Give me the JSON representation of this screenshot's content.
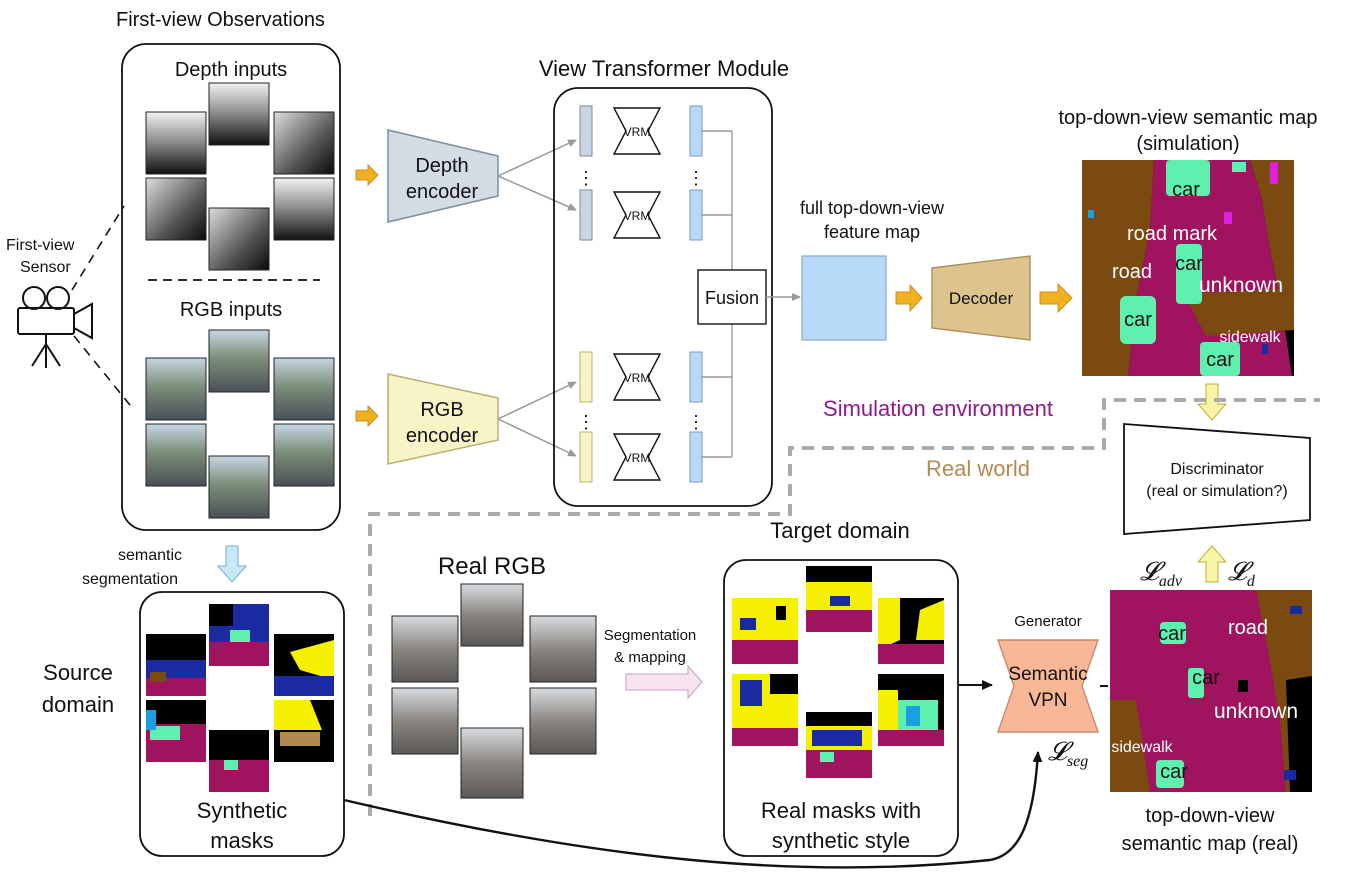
{
  "first_view": {
    "title": "First-view Observations",
    "depth_label": "Depth inputs",
    "rgb_label": "RGB inputs",
    "sensor_label_1": "First-view",
    "sensor_label_2": "Sensor"
  },
  "encoders": {
    "depth_line1": "Depth",
    "depth_line2": "encoder",
    "rgb_line1": "RGB",
    "rgb_line2": "encoder"
  },
  "vtm": {
    "title": "View Transformer Module",
    "vrm_label": "VRM",
    "fusion_label": "Fusion",
    "dots": "⋮"
  },
  "feature_map": {
    "line1": "full top-down-view",
    "line2": "feature map"
  },
  "decoder_label": "Decoder",
  "sim_map": {
    "title1": "top-down-view semantic map",
    "title2": "(simulation)",
    "labels": [
      "car",
      "road mark",
      "road",
      "car",
      "unknown",
      "car",
      "sidewalk",
      "car"
    ]
  },
  "environment": {
    "sim": "Simulation environment",
    "real": "Real world"
  },
  "discriminator": {
    "line1": "Discriminator",
    "line2": "(real or simulation?)"
  },
  "losses": {
    "adv": "𝓛",
    "adv_sub": "adv",
    "d": "𝓛",
    "d_sub": "d",
    "seg": "𝓛",
    "seg_sub": "seg"
  },
  "segmentation": {
    "line1": "semantic",
    "line2": "segmentation"
  },
  "source": {
    "line1": "Source",
    "line2": "domain",
    "masks1": "Synthetic",
    "masks2": "masks"
  },
  "real_rgb": "Real RGB",
  "mapping": {
    "line1": "Segmentation",
    "line2": "& mapping"
  },
  "target": {
    "title": "Target domain",
    "masks1": "Real masks with",
    "masks2": "synthetic style"
  },
  "generator": {
    "label": "Generator",
    "line1": "Semantic",
    "line2": "VPN"
  },
  "real_map": {
    "labels": [
      "car",
      "road",
      "car",
      "unknown",
      "sidewalk",
      "car"
    ],
    "caption1": "top-down-view",
    "caption2": "semantic map (real)"
  },
  "colors": {
    "road": "#a0135e",
    "sidewalk": "#7a4a10",
    "car": "#5ff0b0",
    "unknown": "#000000",
    "yellow": "#f5f000",
    "sim_env": "#8e1a8e",
    "real_world": "#b08a50",
    "arrow_orange": "#f0b020",
    "depth_encoder": "#d3dbe4",
    "rgb_encoder": "#f8f4c8",
    "feature_map": "#b8d8f8",
    "decoder": "#dcc48c",
    "generator": "#f8b898",
    "mapping_arrow": "#f8e4f0",
    "seg_arrow": "#c8e8f8"
  }
}
